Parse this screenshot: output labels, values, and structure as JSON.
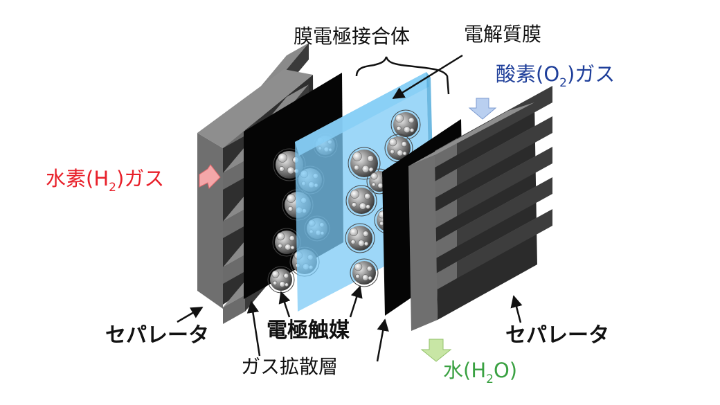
{
  "colors": {
    "hydrogen": "#e8202a",
    "oxygen": "#1f3f9a",
    "water": "#3aa142",
    "membrane": "#7ccaf5",
    "separator": "#6b6b6b",
    "gdl": "#050505"
  },
  "labels": {
    "mea": "膜電極接合体",
    "electrolyte_membrane": "電解質膜",
    "oxygen_gas": {
      "pre": "酸素(O",
      "sub": "2",
      "post": ")ガス"
    },
    "hydrogen_gas": {
      "pre": "水素(H",
      "sub": "2",
      "post": ")ガス"
    },
    "water": {
      "pre": "水(H",
      "sub": "2",
      "post": "O)"
    },
    "separator_left": "セパレータ",
    "separator_right": "セパレータ",
    "catalyst": "電極触媒",
    "gas_diffusion_layer": "ガス拡散層"
  }
}
